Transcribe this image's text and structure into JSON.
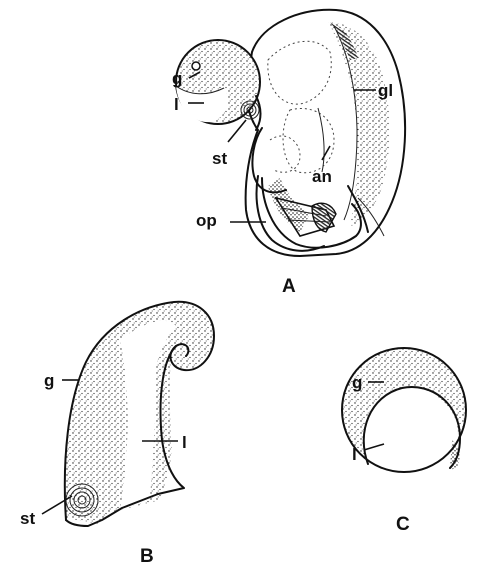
{
  "panels": {
    "a": {
      "caption": "A",
      "labels": {
        "g": "g",
        "l": "l",
        "st": "st",
        "gl": "gl",
        "an": "an",
        "op": "op"
      }
    },
    "b": {
      "caption": "B",
      "labels": {
        "g": "g",
        "l": "l",
        "st": "st"
      }
    },
    "c": {
      "caption": "C",
      "labels": {
        "g": "g",
        "l": "l"
      }
    }
  }
}
